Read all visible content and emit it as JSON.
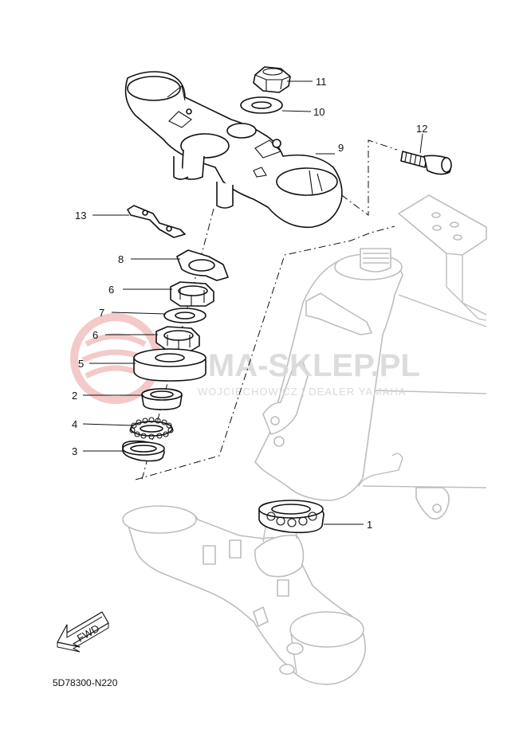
{
  "diagram": {
    "part_code": "5D78300-N220",
    "fwd_label": "FWD",
    "watermark": {
      "title": "AMA-SKLEP.PL",
      "subtitle": "WOJCIECHOWICZ | DEALER YAMAHA"
    },
    "callouts": [
      {
        "id": "11",
        "text": "11"
      },
      {
        "id": "10",
        "text": "10"
      },
      {
        "id": "12",
        "text": "12"
      },
      {
        "id": "9",
        "text": "9"
      },
      {
        "id": "13",
        "text": "13"
      },
      {
        "id": "8",
        "text": "8"
      },
      {
        "id": "6a",
        "text": "6"
      },
      {
        "id": "7",
        "text": "7"
      },
      {
        "id": "6b",
        "text": "6"
      },
      {
        "id": "5",
        "text": "5"
      },
      {
        "id": "2",
        "text": "2"
      },
      {
        "id": "4",
        "text": "4"
      },
      {
        "id": "3",
        "text": "3"
      },
      {
        "id": "1",
        "text": "1"
      }
    ]
  }
}
